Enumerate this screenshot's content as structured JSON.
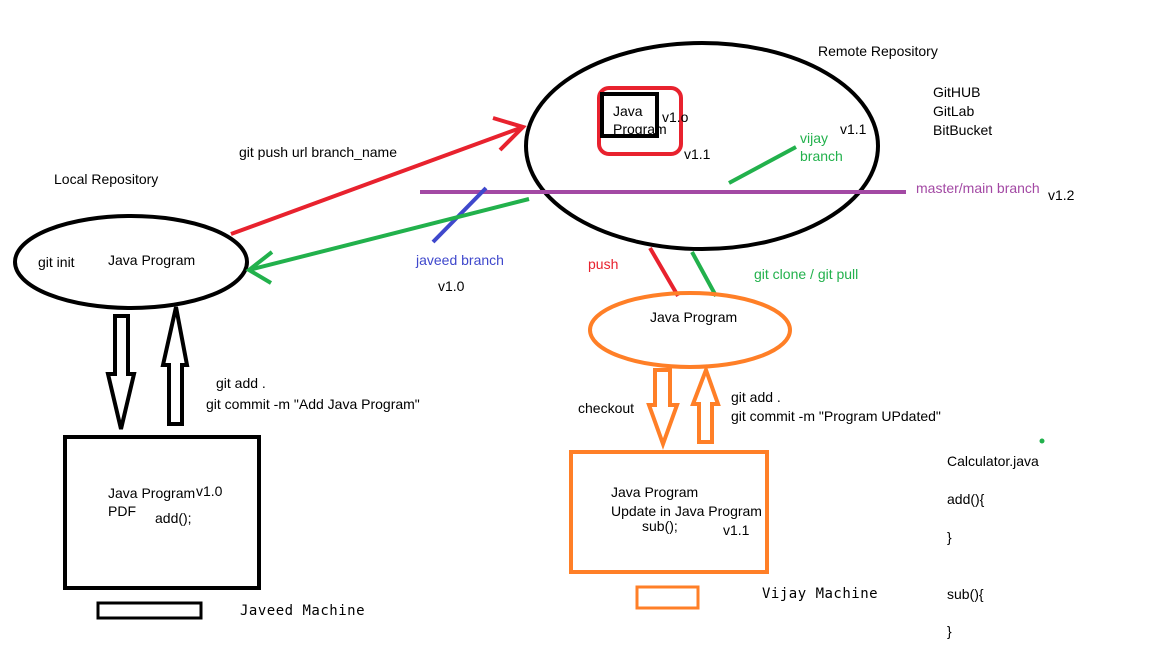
{
  "colors": {
    "black": "#000000",
    "red": "#e8222e",
    "green": "#22b14c",
    "purple": "#a349a4",
    "blue": "#3f48cc",
    "orange": "#ff7f27"
  },
  "remote": {
    "title": "Remote Repository",
    "hosts": [
      "GitHUB",
      "GitLab",
      "BitBucket"
    ],
    "java_line1": "Java",
    "java_line2": "Program",
    "v10": "v1.o",
    "v11_inner": "v1.1",
    "v11_right": "v1.1",
    "vijay_line1": "vijay",
    "vijay_line2": "branch",
    "master_label": "master/main branch",
    "master_version": "v1.2"
  },
  "local": {
    "title": "Local Repository",
    "git_init": "git init",
    "program": "Java Program",
    "javeed_branch": "javeed branch",
    "javeed_version": "v1.0",
    "push_cmd": "git push url branch_name",
    "add_cmd": "git add  .",
    "commit_cmd": "git commit -m  \"Add Java Program\""
  },
  "javeed_machine": {
    "program": "Java Program",
    "version": "v1.0",
    "pdf": "PDF",
    "add": "add();",
    "label": "Javeed Machine"
  },
  "vijay": {
    "push": "push",
    "clone_pull": "git clone  / git pull",
    "program": "Java Program",
    "checkout": "checkout",
    "add_cmd": "git  add .",
    "commit_cmd": "git commit -m \"Program UPdated\""
  },
  "vijay_machine": {
    "program": "Java Program",
    "update": "Update in Java Program",
    "sub": "sub();",
    "version": "v1.1",
    "label": "Vijay Machine"
  },
  "calculator": {
    "file": "Calculator.java",
    "add_open": "add(){",
    "add_close": "}",
    "sub_open": "sub(){",
    "sub_close": "}"
  }
}
